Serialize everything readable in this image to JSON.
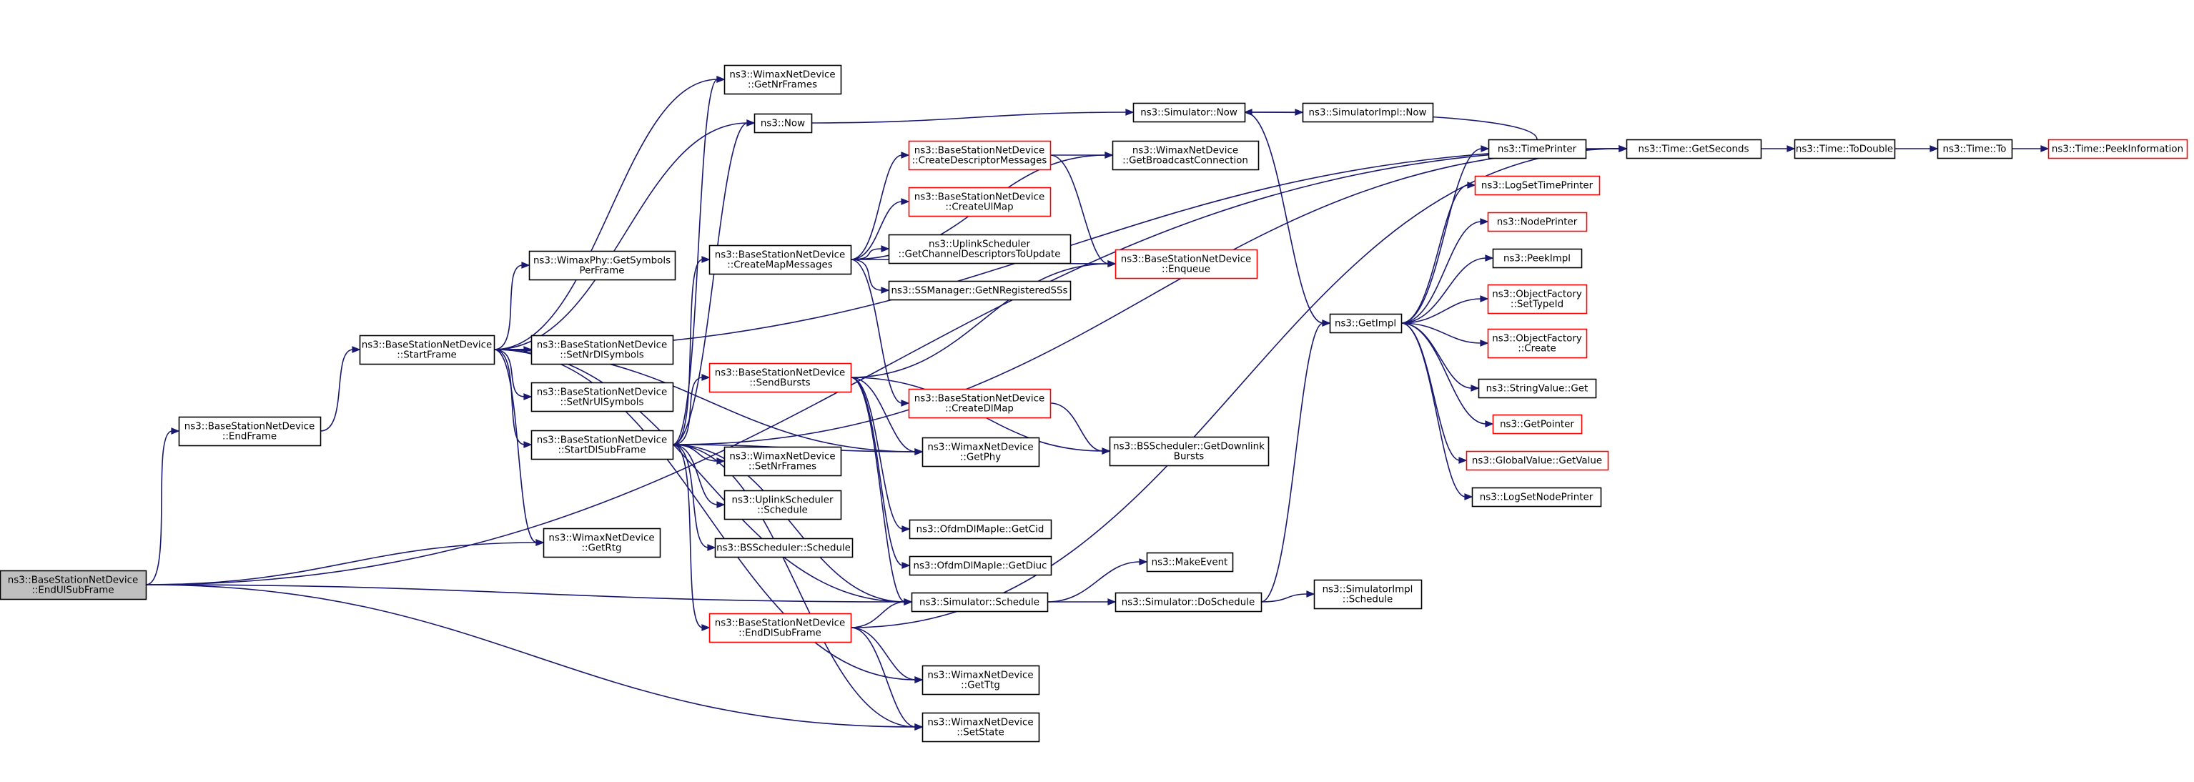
{
  "diagram": {
    "type": "call-graph",
    "colors": {
      "edge": "#191970",
      "normal_border": "#000000",
      "truncated_border": "#ff0000",
      "root_fill": "#bfbfbf",
      "background": "#ffffff"
    },
    "nodes": [
      {
        "id": "endulsubframe",
        "lines": [
          "ns3::BaseStationNetDevice",
          "::EndUlSubFrame"
        ],
        "style": "root"
      },
      {
        "id": "endframe",
        "lines": [
          "ns3::BaseStationNetDevice",
          "::EndFrame"
        ],
        "style": "normal"
      },
      {
        "id": "startframe",
        "lines": [
          "ns3::BaseStationNetDevice",
          "::StartFrame"
        ],
        "style": "normal"
      },
      {
        "id": "getrtg",
        "lines": [
          "ns3::WimaxNetDevice",
          "::GetRtg"
        ],
        "style": "normal"
      },
      {
        "id": "getnrframes",
        "lines": [
          "ns3::WimaxNetDevice",
          "::GetNrFrames"
        ],
        "style": "normal"
      },
      {
        "id": "now",
        "lines": [
          "ns3::Now"
        ],
        "style": "normal"
      },
      {
        "id": "getsymbolsperframe",
        "lines": [
          "ns3::WimaxPhy::GetSymbols",
          "PerFrame"
        ],
        "style": "normal"
      },
      {
        "id": "setnrdlsymbols",
        "lines": [
          "ns3::BaseStationNetDevice",
          "::SetNrDlSymbols"
        ],
        "style": "normal"
      },
      {
        "id": "setnrulsymbols",
        "lines": [
          "ns3::BaseStationNetDevice",
          "::SetNrUlSymbols"
        ],
        "style": "normal"
      },
      {
        "id": "startdlsubframe",
        "lines": [
          "ns3::BaseStationNetDevice",
          "::StartDlSubFrame"
        ],
        "style": "normal"
      },
      {
        "id": "createmapmessages",
        "lines": [
          "ns3::BaseStationNetDevice",
          "::CreateMapMessages"
        ],
        "style": "normal"
      },
      {
        "id": "sendbursts",
        "lines": [
          "ns3::BaseStationNetDevice",
          "::SendBursts"
        ],
        "style": "truncated"
      },
      {
        "id": "setnrframes",
        "lines": [
          "ns3::WimaxNetDevice",
          "::SetNrFrames"
        ],
        "style": "normal"
      },
      {
        "id": "uplinkschedule",
        "lines": [
          "ns3::UplinkScheduler",
          "::Schedule"
        ],
        "style": "normal"
      },
      {
        "id": "bsschedule",
        "lines": [
          "ns3::BSScheduler::Schedule"
        ],
        "style": "normal"
      },
      {
        "id": "enddlsubframe",
        "lines": [
          "ns3::BaseStationNetDevice",
          "::EndDlSubFrame"
        ],
        "style": "truncated"
      },
      {
        "id": "simschedule",
        "lines": [
          "ns3::Simulator::Schedule"
        ],
        "style": "normal"
      },
      {
        "id": "getttg",
        "lines": [
          "ns3::WimaxNetDevice",
          "::GetTtg"
        ],
        "style": "normal"
      },
      {
        "id": "setstate",
        "lines": [
          "ns3::WimaxNetDevice",
          "::SetState"
        ],
        "style": "normal"
      },
      {
        "id": "createdescriptormessages",
        "lines": [
          "ns3::BaseStationNetDevice",
          "::CreateDescriptorMessages"
        ],
        "style": "truncated"
      },
      {
        "id": "createulmap",
        "lines": [
          "ns3::BaseStationNetDevice",
          "::CreateUlMap"
        ],
        "style": "truncated"
      },
      {
        "id": "getchanneldescriptors",
        "lines": [
          "ns3::UplinkScheduler",
          "::GetChannelDescriptorsToUpdate"
        ],
        "style": "normal"
      },
      {
        "id": "getnregisteredsss",
        "lines": [
          "ns3::SSManager::GetNRegisteredSSs"
        ],
        "style": "normal"
      },
      {
        "id": "createdlmap",
        "lines": [
          "ns3::BaseStationNetDevice",
          "::CreateDlMap"
        ],
        "style": "truncated"
      },
      {
        "id": "getphy",
        "lines": [
          "ns3::WimaxNetDevice",
          "::GetPhy"
        ],
        "style": "normal"
      },
      {
        "id": "getcid",
        "lines": [
          "ns3::OfdmDlMapIe::GetCid"
        ],
        "style": "normal"
      },
      {
        "id": "getdiuc",
        "lines": [
          "ns3::OfdmDlMapIe::GetDiuc"
        ],
        "style": "normal"
      },
      {
        "id": "simnow",
        "lines": [
          "ns3::Simulator::Now"
        ],
        "style": "normal"
      },
      {
        "id": "getbroadcastconnection",
        "lines": [
          "ns3::WimaxNetDevice",
          "::GetBroadcastConnection"
        ],
        "style": "normal"
      },
      {
        "id": "enqueue",
        "lines": [
          "ns3::BaseStationNetDevice",
          "::Enqueue"
        ],
        "style": "truncated"
      },
      {
        "id": "getdownlinkbursts",
        "lines": [
          "ns3::BSScheduler::GetDownlink",
          "Bursts"
        ],
        "style": "normal"
      },
      {
        "id": "makeevent",
        "lines": [
          "ns3::MakeEvent"
        ],
        "style": "normal"
      },
      {
        "id": "doschedule",
        "lines": [
          "ns3::Simulator::DoSchedule"
        ],
        "style": "normal"
      },
      {
        "id": "simimplnow",
        "lines": [
          "ns3::SimulatorImpl::Now"
        ],
        "style": "normal"
      },
      {
        "id": "simimplschedule",
        "lines": [
          "ns3::SimulatorImpl",
          "::Schedule"
        ],
        "style": "normal"
      },
      {
        "id": "getimpl",
        "lines": [
          "ns3::GetImpl"
        ],
        "style": "normal"
      },
      {
        "id": "timeprinter",
        "lines": [
          "ns3::TimePrinter"
        ],
        "style": "normal"
      },
      {
        "id": "logsettimeprinter",
        "lines": [
          "ns3::LogSetTimePrinter"
        ],
        "style": "truncated"
      },
      {
        "id": "nodeprinter",
        "lines": [
          "ns3::NodePrinter"
        ],
        "style": "truncated"
      },
      {
        "id": "peekimpl",
        "lines": [
          "ns3::PeekImpl"
        ],
        "style": "normal"
      },
      {
        "id": "settypeid",
        "lines": [
          "ns3::ObjectFactory",
          "::SetTypeId"
        ],
        "style": "truncated"
      },
      {
        "id": "ofcreate",
        "lines": [
          "ns3::ObjectFactory",
          "::Create"
        ],
        "style": "truncated"
      },
      {
        "id": "stringvalueget",
        "lines": [
          "ns3::StringValue::Get"
        ],
        "style": "normal"
      },
      {
        "id": "getpointer",
        "lines": [
          "ns3::GetPointer"
        ],
        "style": "truncated"
      },
      {
        "id": "globalvalueget",
        "lines": [
          "ns3::GlobalValue::GetValue"
        ],
        "style": "truncated"
      },
      {
        "id": "logsetnodeprinter",
        "lines": [
          "ns3::LogSetNodePrinter"
        ],
        "style": "normal"
      },
      {
        "id": "getseconds",
        "lines": [
          "ns3::Time::GetSeconds"
        ],
        "style": "normal"
      },
      {
        "id": "todouble",
        "lines": [
          "ns3::Time::ToDouble"
        ],
        "style": "normal"
      },
      {
        "id": "timeto",
        "lines": [
          "ns3::Time::To"
        ],
        "style": "normal"
      },
      {
        "id": "peekinformation",
        "lines": [
          "ns3::Time::PeekInformation"
        ],
        "style": "truncated"
      }
    ],
    "edges": [
      {
        "from": "endulsubframe",
        "to": "endframe"
      },
      {
        "from": "endulsubframe",
        "to": "getrtg"
      },
      {
        "from": "endulsubframe",
        "to": "simschedule"
      },
      {
        "from": "endulsubframe",
        "to": "setstate"
      },
      {
        "from": "endulsubframe",
        "to": "getseconds"
      },
      {
        "from": "endframe",
        "to": "startframe"
      },
      {
        "from": "startframe",
        "to": "getnrframes"
      },
      {
        "from": "startframe",
        "to": "now"
      },
      {
        "from": "startframe",
        "to": "getsymbolsperframe"
      },
      {
        "from": "startframe",
        "to": "setnrdlsymbols"
      },
      {
        "from": "startframe",
        "to": "setnrulsymbols"
      },
      {
        "from": "startframe",
        "to": "startdlsubframe"
      },
      {
        "from": "startframe",
        "to": "getrtg"
      },
      {
        "from": "startframe",
        "to": "getphy"
      },
      {
        "from": "startframe",
        "to": "simschedule"
      },
      {
        "from": "startframe",
        "to": "getseconds"
      },
      {
        "from": "startframe",
        "to": "getttg"
      },
      {
        "from": "startdlsubframe",
        "to": "createmapmessages"
      },
      {
        "from": "startdlsubframe",
        "to": "sendbursts"
      },
      {
        "from": "startdlsubframe",
        "to": "setnrframes"
      },
      {
        "from": "startdlsubframe",
        "to": "uplinkschedule"
      },
      {
        "from": "startdlsubframe",
        "to": "bsschedule"
      },
      {
        "from": "startdlsubframe",
        "to": "enddlsubframe"
      },
      {
        "from": "startdlsubframe",
        "to": "simschedule"
      },
      {
        "from": "startdlsubframe",
        "to": "getnrframes"
      },
      {
        "from": "startdlsubframe",
        "to": "now"
      },
      {
        "from": "startdlsubframe",
        "to": "getseconds"
      },
      {
        "from": "startdlsubframe",
        "to": "getphy"
      },
      {
        "from": "startdlsubframe",
        "to": "setstate"
      },
      {
        "from": "createmapmessages",
        "to": "createdescriptormessages"
      },
      {
        "from": "createmapmessages",
        "to": "createulmap"
      },
      {
        "from": "createmapmessages",
        "to": "getchanneldescriptors"
      },
      {
        "from": "createmapmessages",
        "to": "getnregisteredsss"
      },
      {
        "from": "createmapmessages",
        "to": "createdlmap"
      },
      {
        "from": "createmapmessages",
        "to": "getbroadcastconnection"
      },
      {
        "from": "createmapmessages",
        "to": "enqueue"
      },
      {
        "from": "createdescriptormessages",
        "to": "getbroadcastconnection"
      },
      {
        "from": "createdescriptormessages",
        "to": "enqueue"
      },
      {
        "from": "sendbursts",
        "to": "getphy"
      },
      {
        "from": "sendbursts",
        "to": "getdownlinkbursts"
      },
      {
        "from": "sendbursts",
        "to": "getcid"
      },
      {
        "from": "sendbursts",
        "to": "getdiuc"
      },
      {
        "from": "sendbursts",
        "to": "simschedule"
      },
      {
        "from": "sendbursts",
        "to": "enqueue"
      },
      {
        "from": "createdlmap",
        "to": "getdownlinkbursts"
      },
      {
        "from": "enddlsubframe",
        "to": "simschedule"
      },
      {
        "from": "enddlsubframe",
        "to": "getttg"
      },
      {
        "from": "enddlsubframe",
        "to": "setstate"
      },
      {
        "from": "enddlsubframe",
        "to": "getseconds"
      },
      {
        "from": "now",
        "to": "simnow"
      },
      {
        "from": "simnow",
        "to": "simimplnow"
      },
      {
        "from": "simnow",
        "to": "getimpl"
      },
      {
        "from": "simschedule",
        "to": "makeevent"
      },
      {
        "from": "simschedule",
        "to": "doschedule"
      },
      {
        "from": "doschedule",
        "to": "simimplschedule"
      },
      {
        "from": "doschedule",
        "to": "getimpl"
      },
      {
        "from": "getimpl",
        "to": "timeprinter"
      },
      {
        "from": "getimpl",
        "to": "logsettimeprinter"
      },
      {
        "from": "getimpl",
        "to": "nodeprinter"
      },
      {
        "from": "getimpl",
        "to": "peekimpl"
      },
      {
        "from": "getimpl",
        "to": "settypeid"
      },
      {
        "from": "getimpl",
        "to": "ofcreate"
      },
      {
        "from": "getimpl",
        "to": "stringvalueget"
      },
      {
        "from": "getimpl",
        "to": "getpointer"
      },
      {
        "from": "getimpl",
        "to": "globalvalueget"
      },
      {
        "from": "getimpl",
        "to": "logsetnodeprinter"
      },
      {
        "from": "timeprinter",
        "to": "simnow"
      },
      {
        "from": "timeprinter",
        "to": "getseconds"
      },
      {
        "from": "getseconds",
        "to": "todouble"
      },
      {
        "from": "todouble",
        "to": "timeto"
      },
      {
        "from": "timeto",
        "to": "peekinformation"
      }
    ]
  }
}
